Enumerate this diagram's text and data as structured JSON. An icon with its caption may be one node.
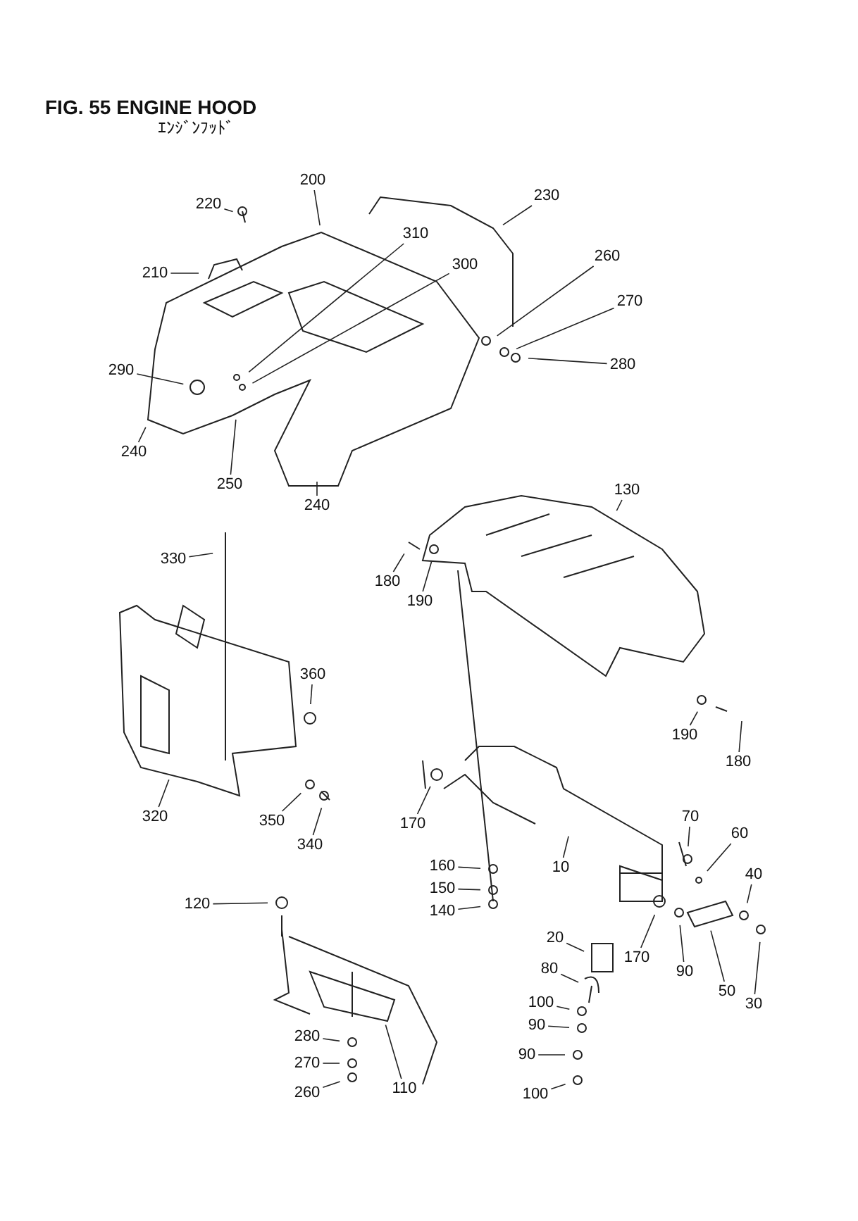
{
  "diagram": {
    "title": "FIG. 55 ENGINE HOOD",
    "nodes": [
      {
        "text": [
          "220"
        ]
      },
      {
        "text": [
          "200"
        ]
      },
      {
        "text": [
          "210"
        ]
      },
      {
        "text": [
          "310"
        ]
      },
      {
        "text": [
          "300"
        ]
      },
      {
        "text": [
          "230"
        ]
      },
      {
        "text": [
          "260"
        ]
      },
      {
        "text": [
          "270"
        ]
      },
      {
        "text": [
          "290"
        ]
      },
      {
        "text": [
          "280"
        ]
      },
      {
        "text": [
          "240"
        ]
      },
      {
        "text": [
          "250"
        ]
      },
      {
        "text": [
          "240"
        ]
      },
      {
        "text": [
          "330"
        ]
      },
      {
        "text": [
          "130"
        ]
      },
      {
        "text": [
          "180"
        ]
      },
      {
        "text": [
          "190"
        ]
      },
      {
        "text": [
          "360"
        ]
      },
      {
        "text": [
          "190"
        ]
      },
      {
        "text": [
          "180"
        ]
      },
      {
        "text": [
          "320"
        ]
      },
      {
        "text": [
          "350"
        ]
      },
      {
        "text": [
          "340"
        ]
      },
      {
        "text": [
          "170"
        ]
      },
      {
        "text": [
          "70"
        ]
      },
      {
        "text": [
          "60"
        ]
      },
      {
        "text": [
          "10"
        ]
      },
      {
        "text": [
          "40"
        ]
      },
      {
        "text": [
          "160"
        ]
      },
      {
        "text": [
          "150"
        ]
      },
      {
        "text": [
          "140"
        ]
      },
      {
        "text": [
          "120"
        ]
      },
      {
        "text": [
          "20"
        ]
      },
      {
        "text": [
          "170"
        ]
      },
      {
        "text": [
          "90"
        ]
      },
      {
        "text": [
          "50"
        ]
      },
      {
        "text": [
          "30"
        ]
      },
      {
        "text": [
          "80"
        ]
      },
      {
        "text": [
          "100"
        ]
      },
      {
        "text": [
          "90"
        ]
      },
      {
        "text": [
          "280"
        ]
      },
      {
        "text": [
          "270"
        ]
      },
      {
        "text": [
          "90"
        ]
      },
      {
        "text": [
          "260"
        ]
      },
      {
        "text": [
          "110"
        ]
      },
      {
        "text": [
          "100"
        ]
      }
    ],
    "edges": [
      {
        "from": 0,
        "to": null,
        "arrow": "none"
      },
      {
        "from": 1,
        "to": null,
        "arrow": "none"
      },
      {
        "from": 2,
        "to": null,
        "arrow": "none"
      },
      {
        "from": 3,
        "to": null,
        "arrow": "none"
      },
      {
        "from": 4,
        "to": null,
        "arrow": "none"
      },
      {
        "from": 5,
        "to": null,
        "arrow": "none"
      },
      {
        "from": 6,
        "to": null,
        "arrow": "none"
      },
      {
        "from": 7,
        "to": null,
        "arrow": "none"
      },
      {
        "from": 8,
        "to": null,
        "arrow": "none"
      },
      {
        "from": 9,
        "to": null,
        "arrow": "none"
      },
      {
        "from": 10,
        "to": null,
        "arrow": "none"
      },
      {
        "from": 11,
        "to": null,
        "arrow": "none"
      },
      {
        "from": 12,
        "to": null,
        "arrow": "none"
      },
      {
        "from": 13,
        "to": null,
        "arrow": "none"
      },
      {
        "from": 14,
        "to": null,
        "arrow": "none"
      },
      {
        "from": 15,
        "to": null,
        "arrow": "none"
      },
      {
        "from": 16,
        "to": null,
        "arrow": "none"
      },
      {
        "from": 17,
        "to": null,
        "arrow": "none"
      },
      {
        "from": 18,
        "to": null,
        "arrow": "none"
      },
      {
        "from": 19,
        "to": null,
        "arrow": "none"
      },
      {
        "from": 20,
        "to": null,
        "arrow": "none"
      },
      {
        "from": 21,
        "to": null,
        "arrow": "none"
      },
      {
        "from": 22,
        "to": null,
        "arrow": "none"
      },
      {
        "from": 23,
        "to": null,
        "arrow": "none"
      },
      {
        "from": 24,
        "to": null,
        "arrow": "none"
      },
      {
        "from": 25,
        "to": null,
        "arrow": "none"
      },
      {
        "from": 26,
        "to": null,
        "arrow": "none"
      },
      {
        "from": 27,
        "to": null,
        "arrow": "none"
      },
      {
        "from": 28,
        "to": null,
        "arrow": "none"
      },
      {
        "from": 29,
        "to": null,
        "arrow": "none"
      },
      {
        "from": 30,
        "to": null,
        "arrow": "none"
      },
      {
        "from": 31,
        "to": null,
        "arrow": "none"
      },
      {
        "from": 32,
        "to": null,
        "arrow": "none"
      },
      {
        "from": 33,
        "to": null,
        "arrow": "none"
      },
      {
        "from": 34,
        "to": null,
        "arrow": "none"
      },
      {
        "from": 35,
        "to": null,
        "arrow": "none"
      },
      {
        "from": 36,
        "to": null,
        "arrow": "none"
      },
      {
        "from": 37,
        "to": null,
        "arrow": "none"
      },
      {
        "from": 38,
        "to": null,
        "arrow": "none"
      },
      {
        "from": 39,
        "to": null,
        "arrow": "none"
      },
      {
        "from": 40,
        "to": null,
        "arrow": "none"
      },
      {
        "from": 41,
        "to": null,
        "arrow": "none"
      },
      {
        "from": 42,
        "to": null,
        "arrow": "none"
      },
      {
        "from": 43,
        "to": null,
        "arrow": "none"
      },
      {
        "from": 44,
        "to": null,
        "arrow": "none"
      },
      {
        "from": 45,
        "to": null,
        "arrow": "none"
      }
    ],
    "labels": [
      "ｴﾝｼﾞﾝﾌｯﾄﾞ"
    ]
  }
}
